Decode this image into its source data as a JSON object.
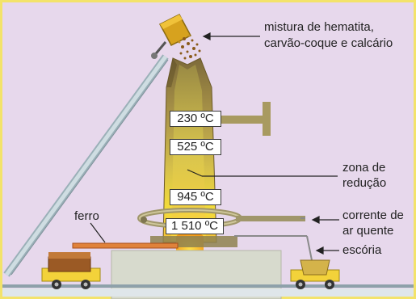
{
  "labels": {
    "ore_line1": "mistura de hematita,",
    "ore_line2": "carvão-coque e calcário",
    "reduction_line1": "zona de",
    "reduction_line2": "redução",
    "hot_air_line1": "corrente de",
    "hot_air_line2": "ar quente",
    "slag": "escória",
    "iron": "ferro"
  },
  "temperatures": {
    "t1": "230 ºC",
    "t2": "525 ºC",
    "t3": "945 ºC",
    "t4": "1 510 ºC"
  }
}
